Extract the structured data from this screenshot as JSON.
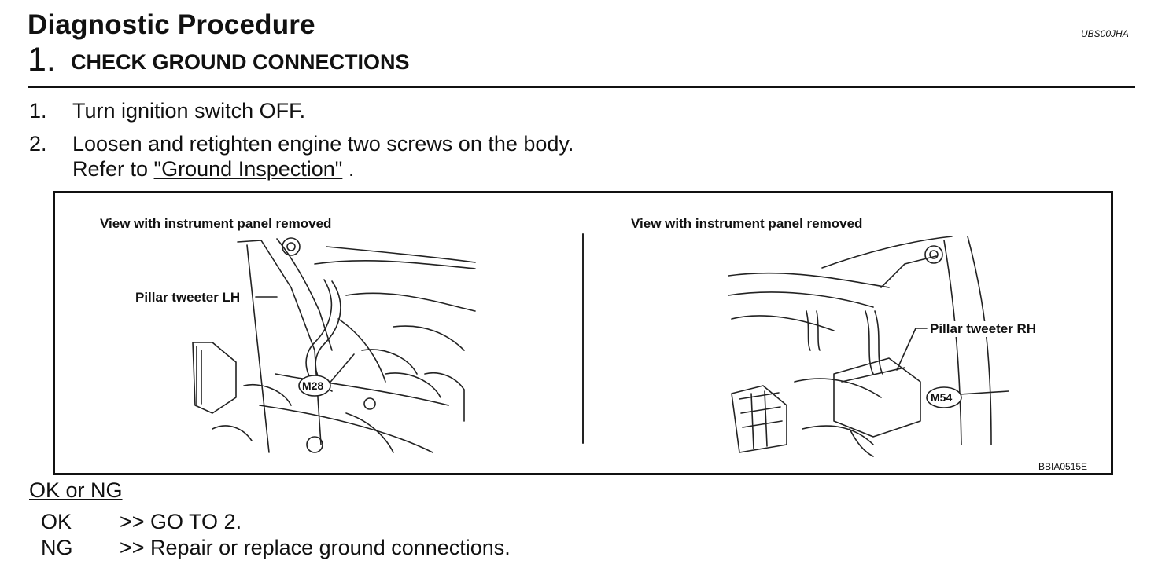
{
  "header": {
    "title": "Diagnostic Procedure",
    "doc_id": "UBS00JHA",
    "step_number": "1.",
    "step_title": "CHECK GROUND CONNECTIONS"
  },
  "instructions": [
    {
      "number": "1.",
      "text": "Turn ignition switch OFF."
    },
    {
      "number": "2.",
      "text": "Loosen and retighten engine two screws on the body.",
      "ref_prefix": "Refer to ",
      "ref_link": "\"Ground Inspection\"",
      "ref_suffix": " ."
    }
  ],
  "figure": {
    "left_caption": "View with instrument panel removed",
    "right_caption": "View with instrument panel removed",
    "left_label": "Pillar tweeter LH",
    "right_label": "Pillar tweeter RH",
    "left_connector": "M28",
    "right_connector": "M54",
    "figure_id": "BBIA0515E"
  },
  "result": {
    "title": "OK or NG",
    "rows": [
      {
        "status": "OK",
        "action": ">> GO TO 2."
      },
      {
        "status": "NG",
        "action": ">> Repair or replace ground connections."
      }
    ]
  }
}
